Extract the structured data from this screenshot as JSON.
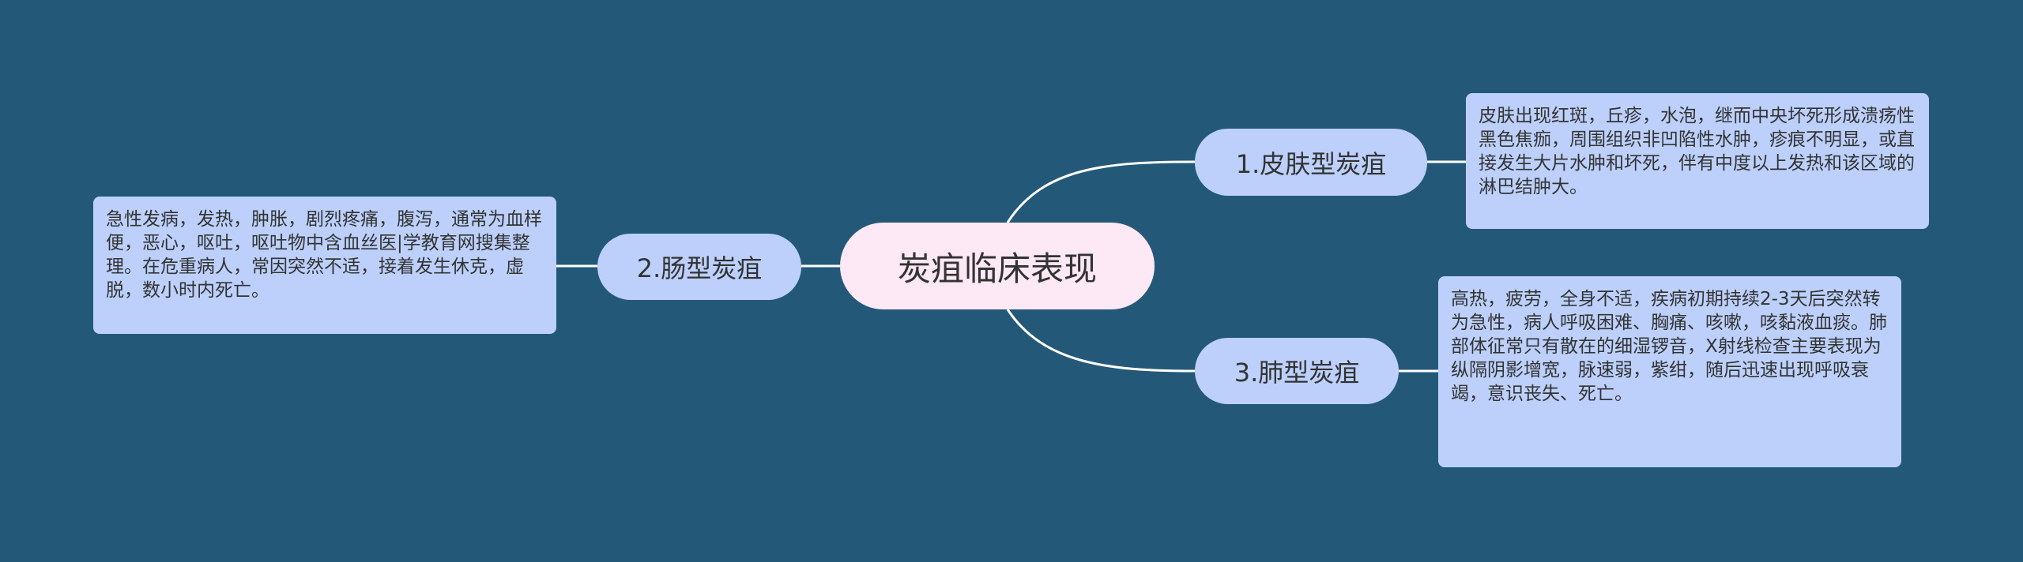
{
  "mindmap": {
    "root": "炭疽临床表现",
    "branches": [
      {
        "label": "1.皮肤型炭疽",
        "detail": "皮肤出现红斑，丘疹，水泡，继而中央坏死形成溃疡性黑色焦痂，周围组织非凹陷性水肿，疹痕不明显，或直接发生大片水肿和坏死，伴有中度以上发热和该区域的淋巴结肿大。"
      },
      {
        "label": "2.肠型炭疽",
        "detail": "急性发病，发热，肿胀，剧烈疼痛，腹泻，通常为血样便，恶心，呕吐，呕吐物中含血丝医|学教育网搜集整理。在危重病人，常因突然不适，接着发生休克，虚脱，数小时内死亡。"
      },
      {
        "label": "3.肺型炭疽",
        "detail": "高热，疲劳，全身不适，疾病初期持续2-3天后突然转为急性，病人呼吸困难、胸痛、咳嗽，咳黏液血痰。肺部体征常只有散在的细湿锣音，X射线检查主要表现为纵隔阴影增宽，脉速弱，紫绀，随后迅速出现呼吸衰竭，意识丧失、死亡。"
      }
    ]
  },
  "colors": {
    "background": "#245878",
    "root_fill": "#fde8f5",
    "node_fill": "#bcd0fb",
    "connector": "#ffffff"
  }
}
